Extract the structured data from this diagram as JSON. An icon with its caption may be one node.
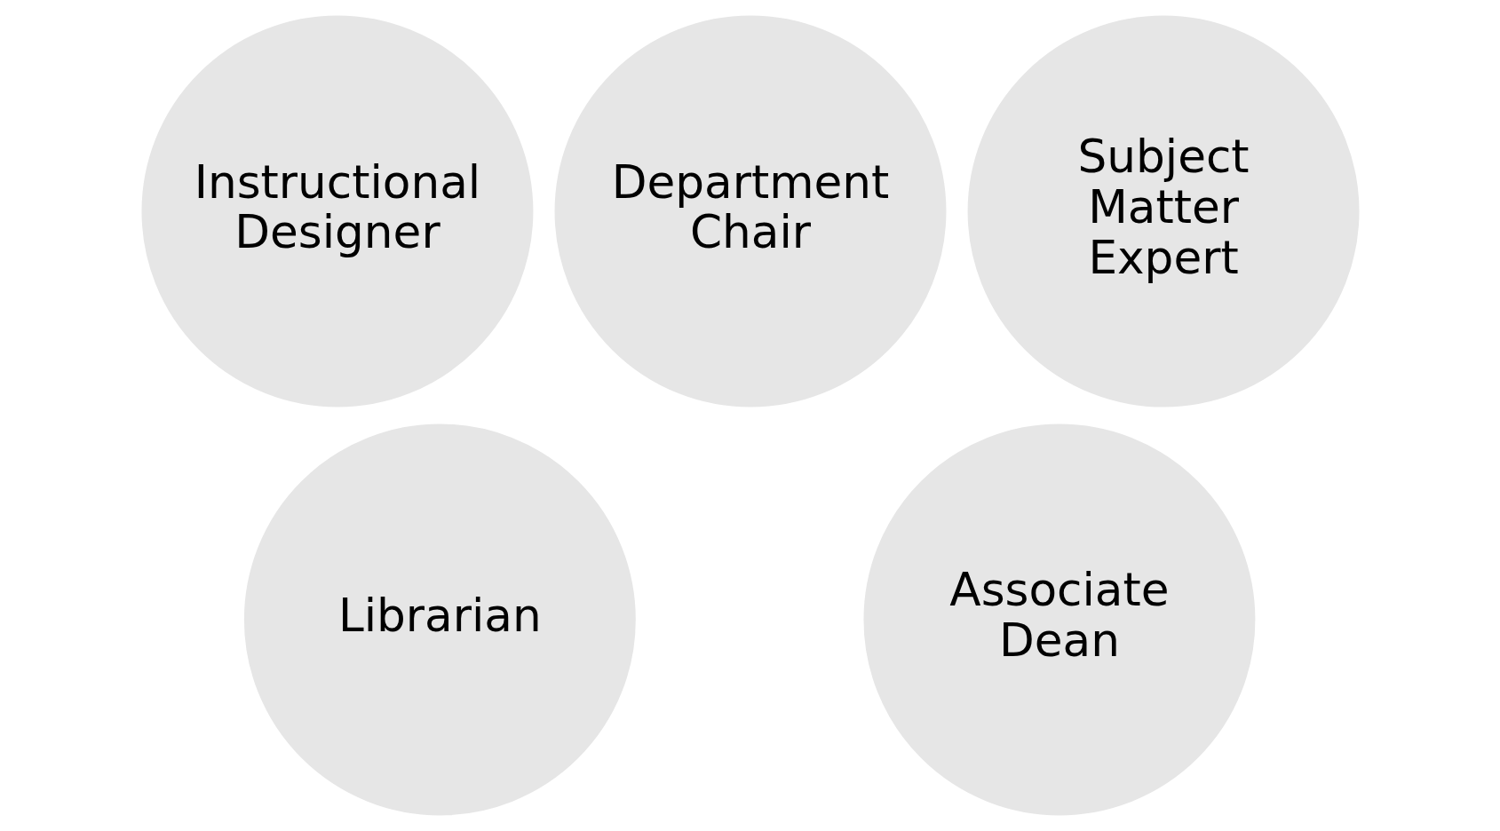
{
  "diagram": {
    "nodes": [
      {
        "text": [
          "Instructional Designer"
        ]
      },
      {
        "text": [
          "Department Chair"
        ]
      },
      {
        "text": [
          "Subject Matter Expert"
        ]
      },
      {
        "text": [
          "Librarian"
        ]
      },
      {
        "text": [
          "Associate Dean"
        ]
      }
    ]
  }
}
